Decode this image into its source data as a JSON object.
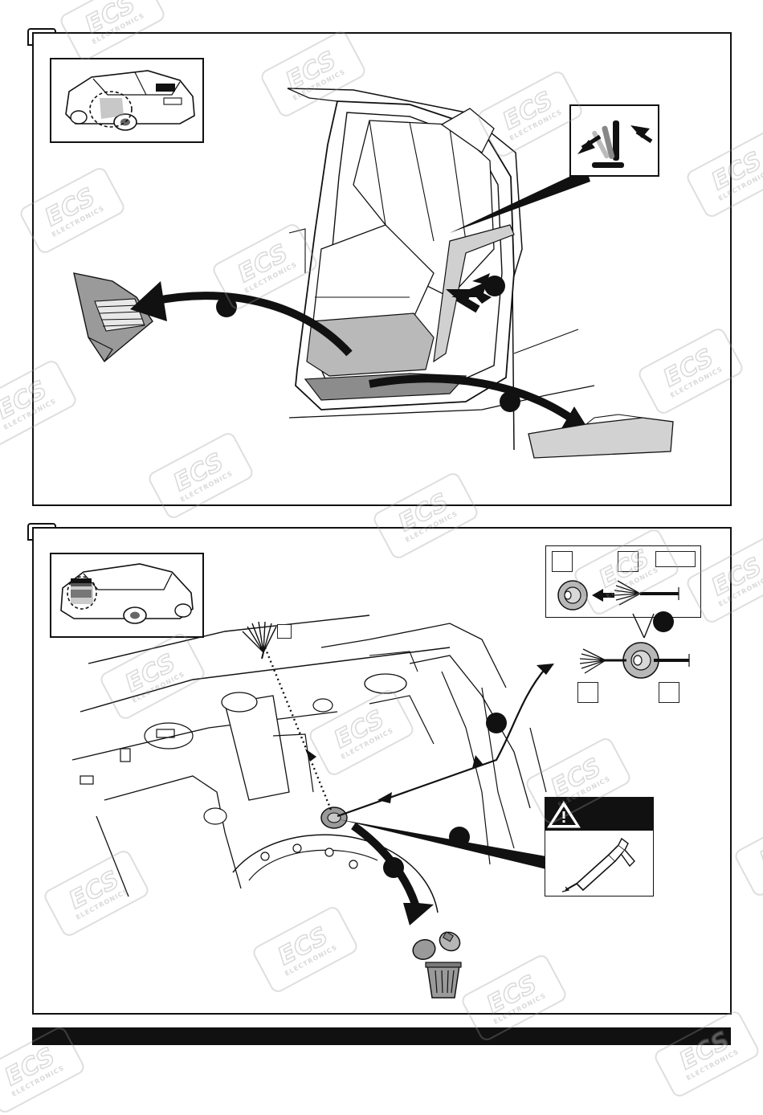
{
  "watermark": {
    "mark": "ECS",
    "subtitle": "ELECTRONICS",
    "positions": [
      [
        80,
        -10
      ],
      [
        330,
        60
      ],
      [
        600,
        110
      ],
      [
        860,
        185
      ],
      [
        30,
        230
      ],
      [
        270,
        300
      ],
      [
        800,
        430
      ],
      [
        -30,
        470
      ],
      [
        190,
        560
      ],
      [
        470,
        610
      ],
      [
        720,
        680
      ],
      [
        860,
        690
      ],
      [
        130,
        810
      ],
      [
        390,
        880
      ],
      [
        660,
        940
      ],
      [
        920,
        1030
      ],
      [
        60,
        1080
      ],
      [
        320,
        1150
      ],
      [
        580,
        1210
      ],
      [
        820,
        1280
      ],
      [
        -20,
        1300
      ]
    ]
  },
  "colors": {
    "stroke": "#111111",
    "panel_gray": "#8c8c8c",
    "light_gray": "#c8c8c8",
    "mid_gray": "#a6a6a6",
    "warning_header": "#111111",
    "warning_symbol": "#ffffff"
  },
  "icons": {
    "warning": "warning-triangle-icon",
    "sealant": "sealant-gun-icon",
    "bin": "trash-bin-icon",
    "grommet": "grommet-icon",
    "wires": "wire-bundle-icon"
  }
}
